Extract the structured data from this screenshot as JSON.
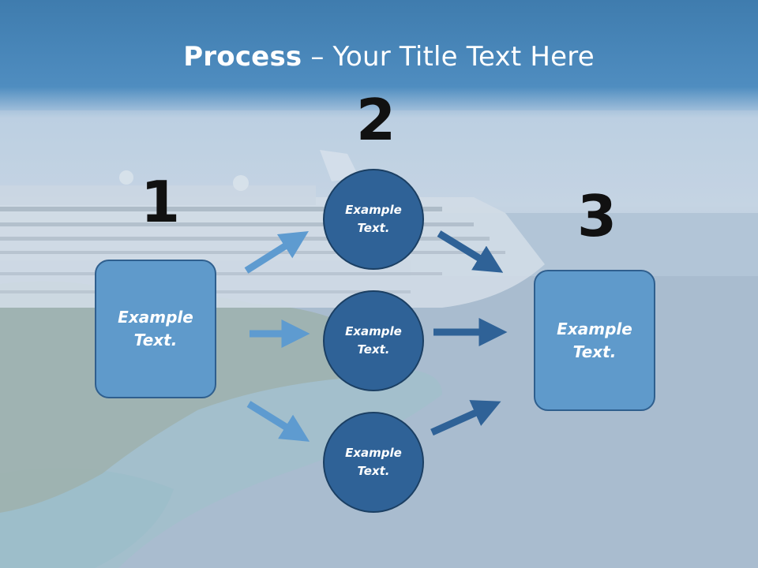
{
  "title": {
    "bold": "Process",
    "rest": " – Your Title Text Here"
  },
  "steps": [
    {
      "number": "1",
      "text_line1": "Example",
      "text_line2": "Text."
    },
    {
      "number": "2"
    },
    {
      "number": "3",
      "text_line1": "Example",
      "text_line2": "Text."
    }
  ],
  "circles": [
    {
      "text_line1": "Example",
      "text_line2": "Text."
    },
    {
      "text_line1": "Example",
      "text_line2": "Text."
    },
    {
      "text_line1": "Example",
      "text_line2": "Text."
    }
  ],
  "colors": {
    "box_fill": "#5f9acb",
    "circle_fill": "#2f6297",
    "arrow_light": "#5e9bd0",
    "arrow_dark": "#2f6297"
  }
}
